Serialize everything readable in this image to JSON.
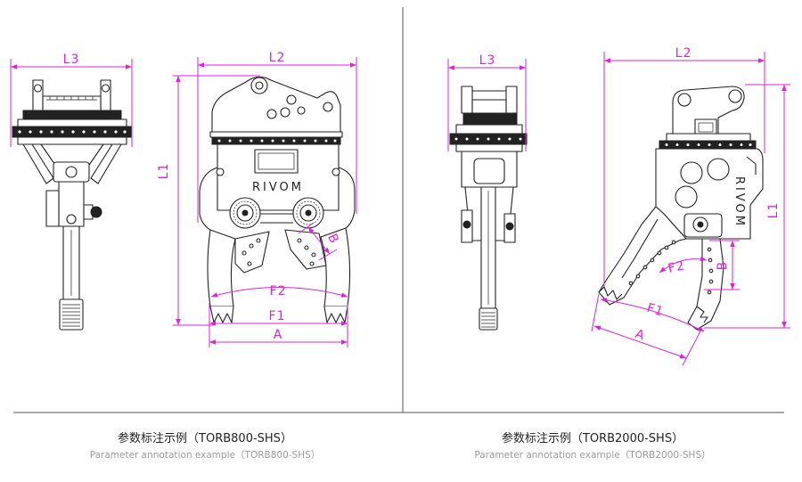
{
  "left_panel": {
    "title_cn": "参数标注示例（TORB800-SHS）",
    "title_en": "Parameter annotation example（TORB800-SHS）",
    "brand": "RIVOM",
    "labels": {
      "l3": "L3",
      "l2": "L2",
      "l1": "L1",
      "b": "B",
      "f2": "F2",
      "f1": "F1",
      "a": "A"
    }
  },
  "right_panel": {
    "title_cn": "参数标注示例（TORB2000-SHS）",
    "title_en": "Parameter annotation example（TORB2000-SHS）",
    "brand": "RIVOM",
    "labels": {
      "l3": "L3",
      "l2": "L2",
      "l1": "L1",
      "b": "B",
      "f2": "F2",
      "f1": "F1",
      "a": "A"
    }
  },
  "colors": {
    "dimension": "#dd22dd",
    "line": "#222222",
    "caption": "#222222",
    "subcaption": "#9a9a9a",
    "divider": "#555555"
  }
}
